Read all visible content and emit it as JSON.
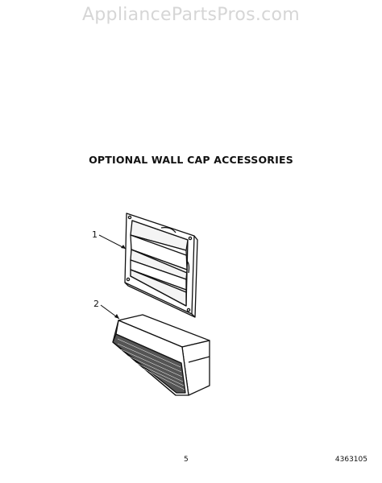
{
  "watermark": "AppliancePartsPros.com",
  "heading": "OPTIONAL WALL CAP ACCESSORIES",
  "callouts": {
    "item1": "1",
    "item2": "2"
  },
  "footer": {
    "page_number": "5",
    "document_number": "4363105"
  },
  "colors": {
    "watermark": "#d6d6d6",
    "line_art": "#111111"
  }
}
